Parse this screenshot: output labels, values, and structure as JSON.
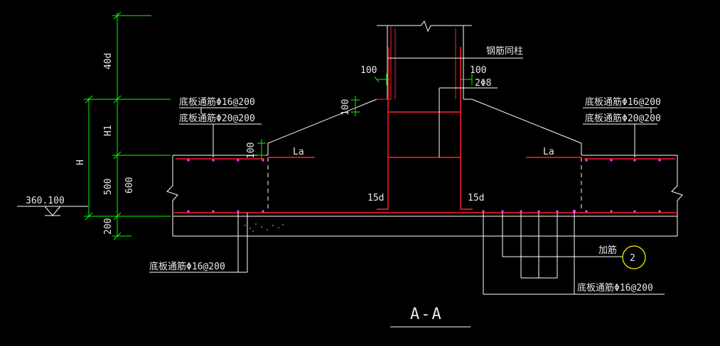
{
  "colors": {
    "background": "#000000",
    "outline": "#ffffff",
    "rebar": "#ff2030",
    "rebar_dot": "#ff40ff",
    "dimension": "#00ff00",
    "callout": "#ffff00"
  },
  "labels": {
    "bottom_slab_16_left_upper": "底板通筋Φ16@200",
    "bottom_slab_20_left_upper": "底板通筋Φ20@200",
    "bottom_slab_16_right_upper": "底板通筋Φ16@200",
    "bottom_slab_20_right_upper": "底板通筋Φ20@200",
    "column_bar": "钢筋同柱",
    "stirrup": "2Φ8",
    "dim_100_left": "100",
    "dim_100_right": "100",
    "dim_100_slope": "100",
    "dim_100_step": "100",
    "la_left": "La",
    "la_right": "La",
    "hook_left": "15d",
    "hook_right": "15d",
    "bottom_left": "底板通筋Φ16@200",
    "bottom_right": "底板通筋Φ16@200",
    "additional_bar": "加筋",
    "callout_number": "2",
    "elevation": "360.100",
    "section_title": "A-A"
  },
  "dimensions": {
    "v_40d": "40d",
    "v_H1": "H1",
    "v_H": "H",
    "v_500": "500",
    "v_600": "600",
    "v_200": "200"
  }
}
